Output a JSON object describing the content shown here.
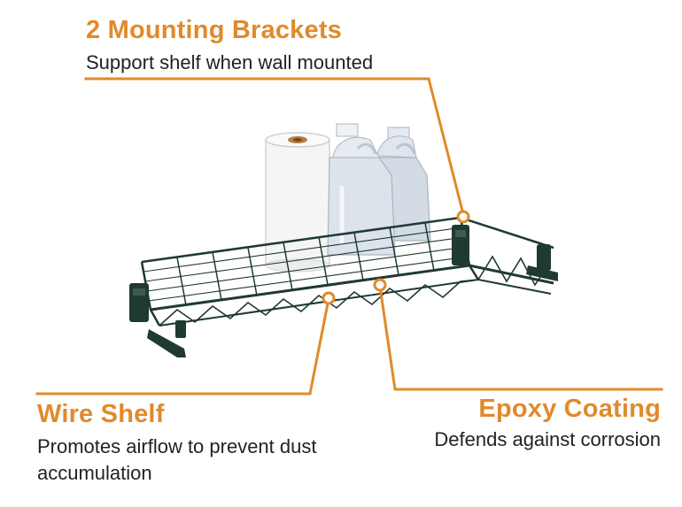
{
  "callouts": {
    "brackets": {
      "title": "2 Mounting Brackets",
      "description": "Support shelf when wall mounted"
    },
    "wire_shelf": {
      "title": "Wire Shelf",
      "description": "Promotes airflow to prevent dust accumulation"
    },
    "epoxy": {
      "title": "Epoxy Coating",
      "description": "Defends against corrosion"
    }
  },
  "colors": {
    "accent": "#E08A2C",
    "shelf": "#1F3A33",
    "text": "#222222"
  }
}
